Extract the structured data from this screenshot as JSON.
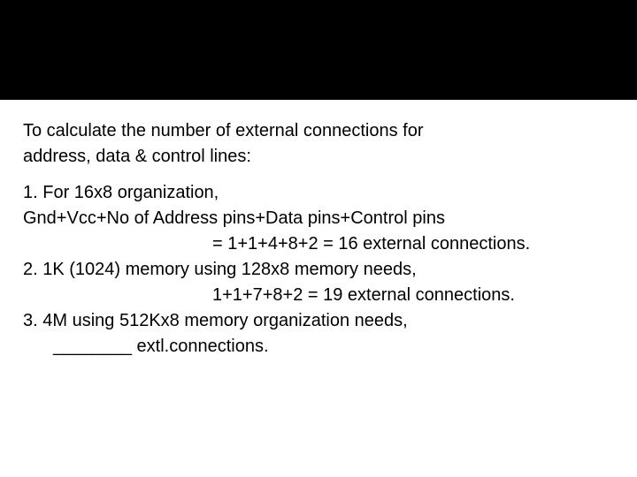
{
  "slide": {
    "intro": {
      "line1": "To calculate the number of external connections for",
      "line2": "address, data & control lines:"
    },
    "items": [
      {
        "heading": "1. For 16x8 organization,",
        "detail": "Gnd+Vcc+No of Address pins+Data pins+Control pins",
        "result": "= 1+1+4+8+2 = 16 external connections."
      },
      {
        "heading": "2. 1K (1024) memory using 128x8 memory needs,",
        "result": "1+1+7+8+2 = 19 external connections."
      },
      {
        "heading": "3. 4M using 512Kx8 memory organization needs,",
        "result": "________ extl.connections."
      }
    ]
  }
}
